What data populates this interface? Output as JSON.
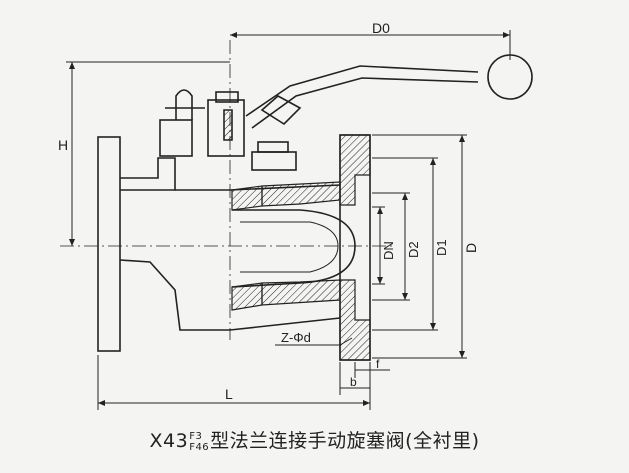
{
  "labels": {
    "d0": "D0",
    "h": "H",
    "dn": "DN",
    "d2": "D2",
    "d1": "D1",
    "d": "D",
    "z_phi_d": "Z-Φd",
    "f": "f",
    "b": "b",
    "l": "L"
  },
  "caption": {
    "prefix": "X43",
    "sup": "F3",
    "sub": "F46",
    "text": "型法兰连接手动旋塞阀(全衬里)"
  },
  "colors": {
    "line": "#222222",
    "background": "#f4f4f2"
  }
}
